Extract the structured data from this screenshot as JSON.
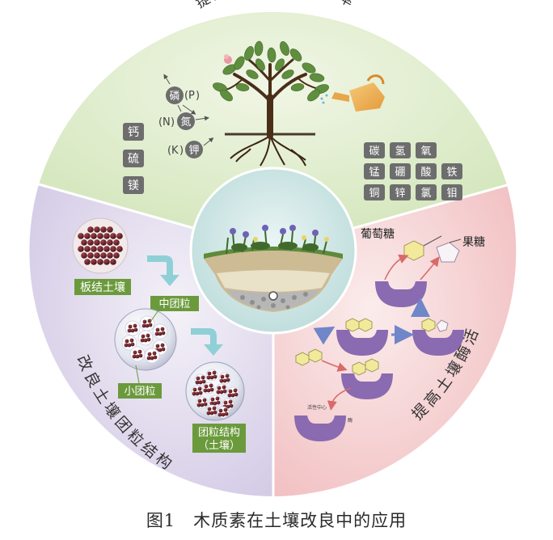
{
  "sectors": {
    "top_title": "提高土壤养分利用效率",
    "left_title": "改良土壤团粒结构",
    "right_title": "提高土壤酶活"
  },
  "nutrients": {
    "macro": [
      {
        "symbol": "P",
        "name": "磷"
      },
      {
        "symbol": "N",
        "name": "氮"
      },
      {
        "symbol": "K",
        "name": "钾"
      }
    ],
    "left_column": [
      "钙",
      "硫",
      "镁"
    ],
    "right_grid": [
      "碳",
      "氢",
      "氧",
      "锰",
      "硼",
      "酸",
      "铁",
      "铜",
      "锌",
      "氯",
      "钼"
    ]
  },
  "soil_structure": {
    "compacted": "板结土壤",
    "medium_aggregate": "中团粒",
    "small_aggregate": "小团粒",
    "aggregate_structure_line1": "团粒结构",
    "aggregate_structure_line2": "（土壤）"
  },
  "enzyme": {
    "glucose": "葡萄糖",
    "fructose": "果糖",
    "tiny_label_1": "活性中心",
    "tiny_label_2": "酶"
  },
  "caption": "图1　木质素在土壤改良中的应用",
  "colors": {
    "top_sector": "#dcebc8",
    "left_sector": "#dcd6ea",
    "right_sector": "#f6cfd0",
    "center": "#c9e3e2",
    "label_green": "#6b9a3c",
    "enzyme_purple": "#8a6ab0",
    "hexagon_yellow": "#f2ea9a",
    "arrow_teal": "#8fd0d6",
    "dark_soil": "#5a1e22"
  }
}
